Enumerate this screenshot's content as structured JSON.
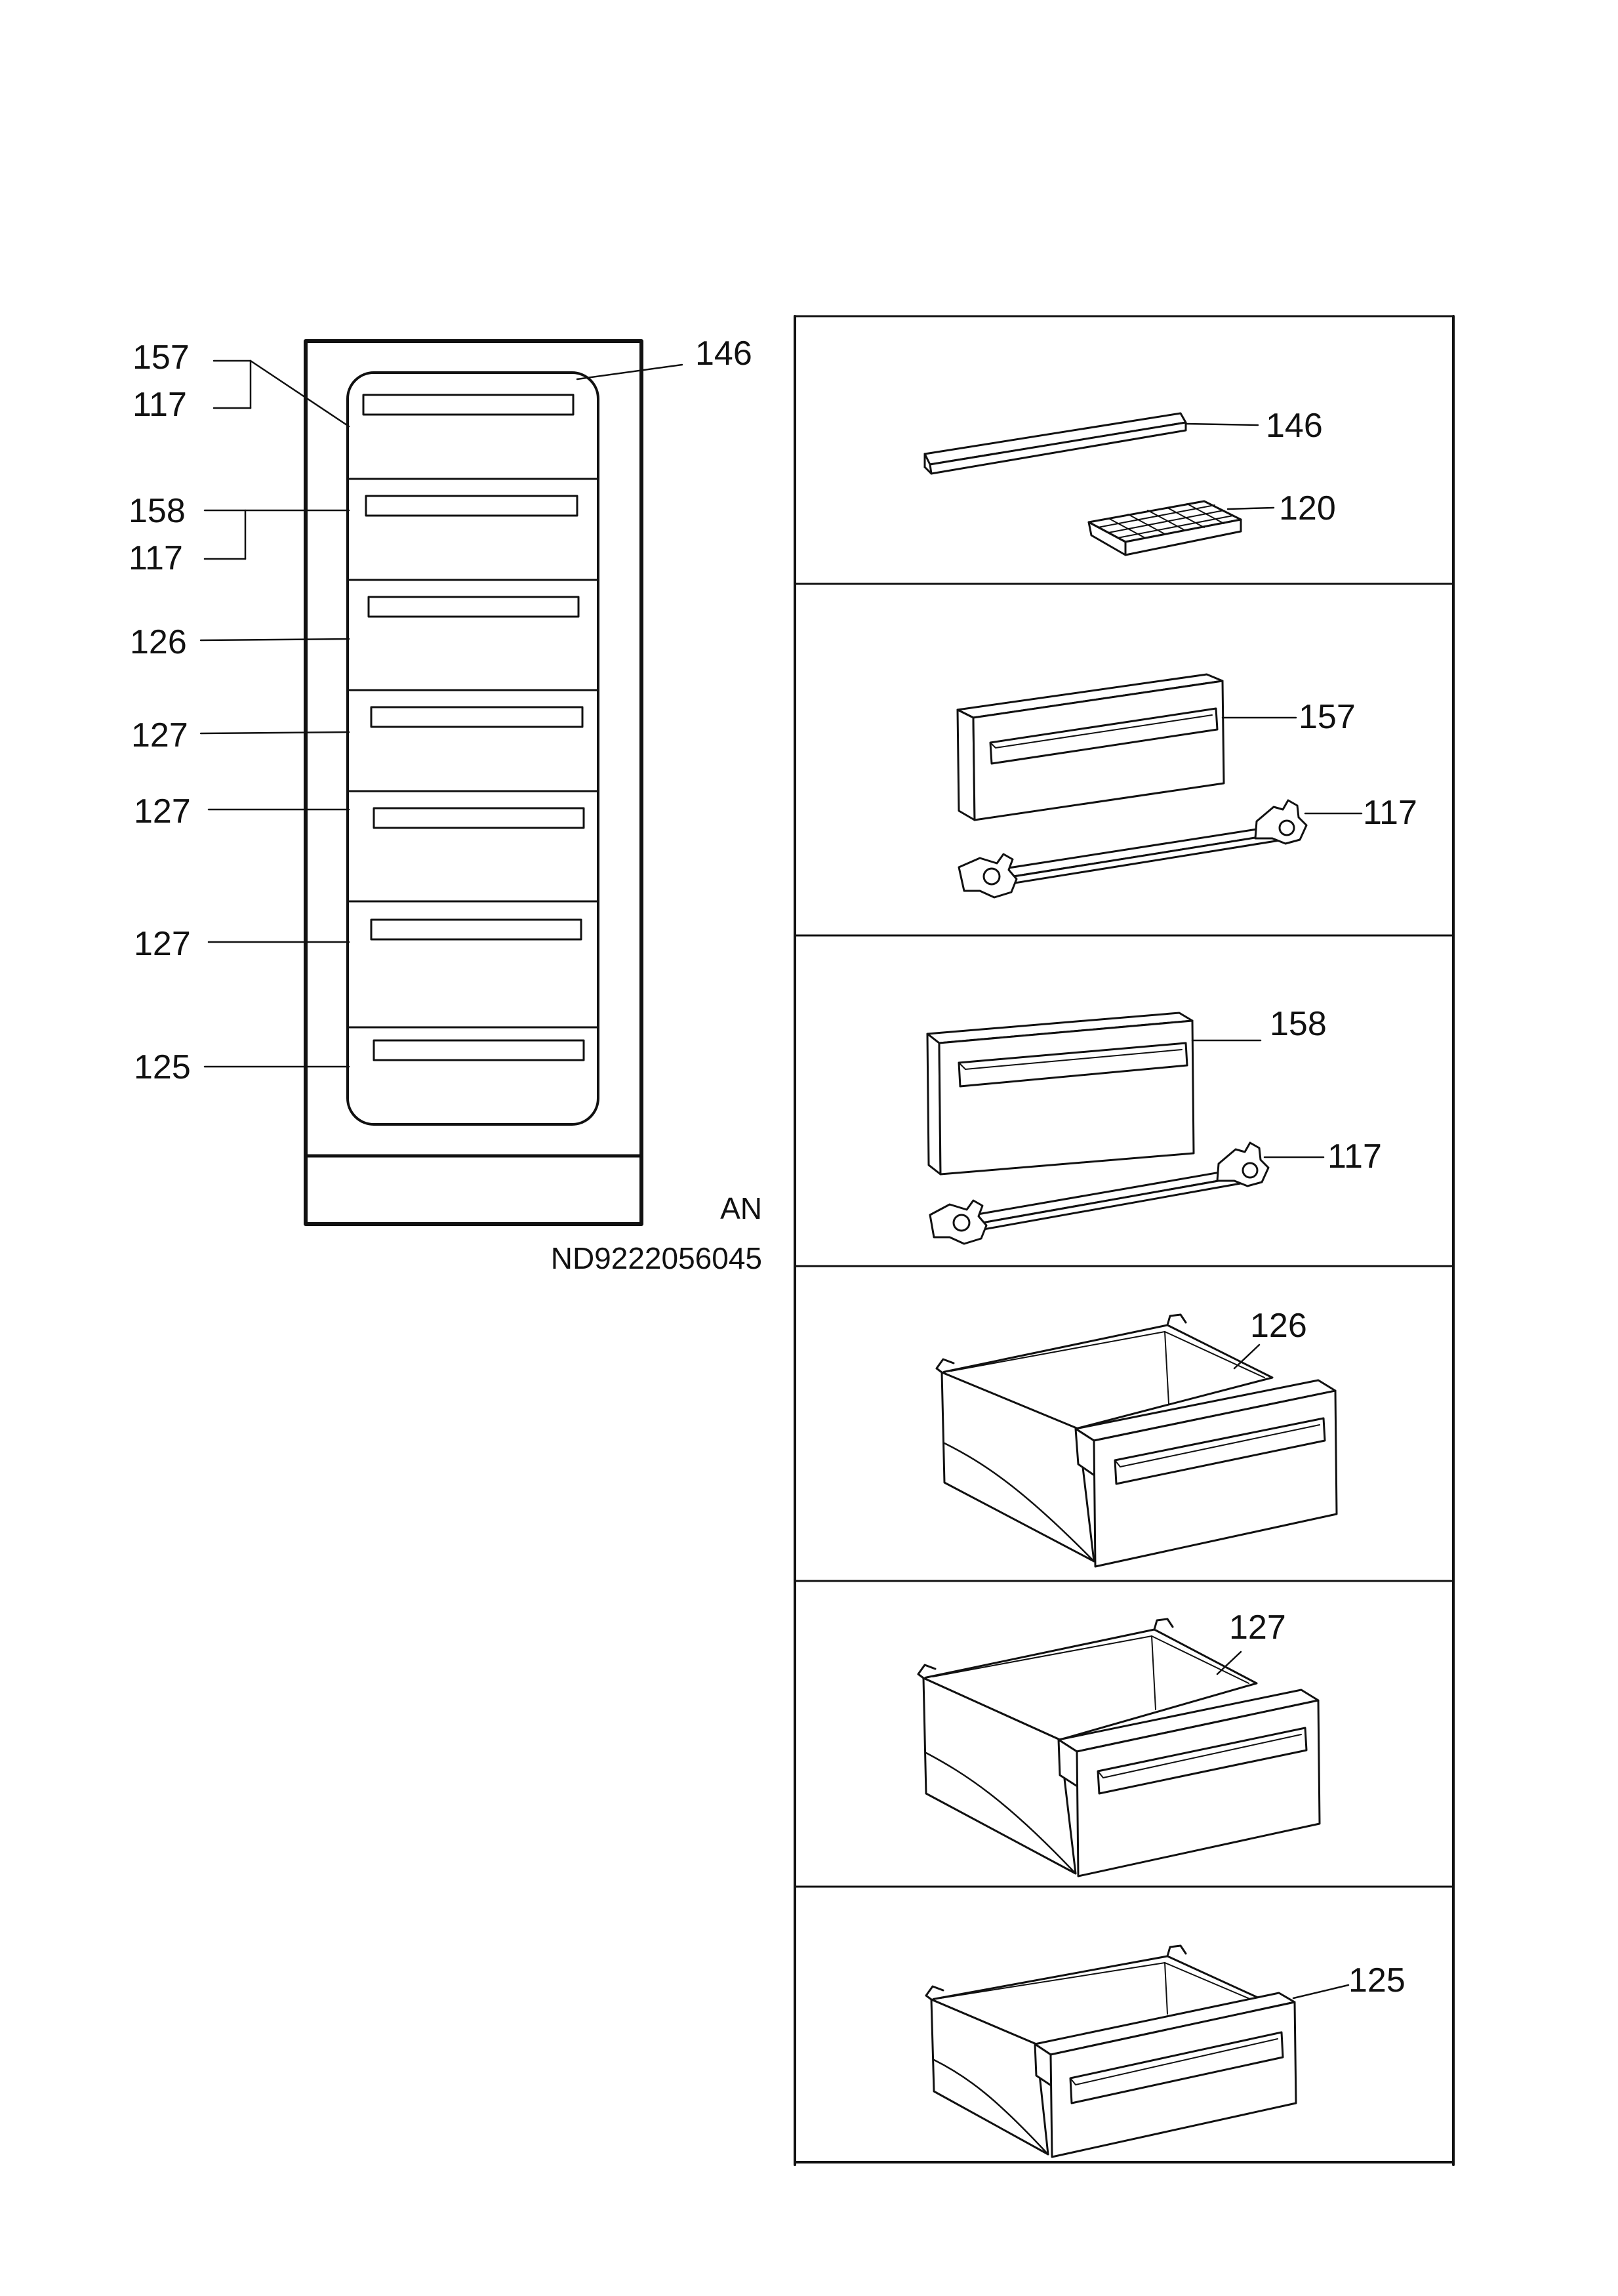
{
  "document": {
    "variant_code": "AN",
    "drawing_number": "ND9222056045"
  },
  "overview": {
    "callouts": [
      "157",
      "117",
      "158",
      "117",
      "126",
      "127",
      "127",
      "127",
      "125",
      "146"
    ]
  },
  "panels": [
    {
      "id": "strip-and-tray",
      "labels": [
        "146",
        "120"
      ]
    },
    {
      "id": "top-flap",
      "labels": [
        "157",
        "117"
      ]
    },
    {
      "id": "second-flap",
      "labels": [
        "158",
        "117"
      ]
    },
    {
      "id": "drawer-126",
      "labels": [
        "126"
      ]
    },
    {
      "id": "drawer-127",
      "labels": [
        "127"
      ]
    },
    {
      "id": "drawer-125",
      "labels": [
        "125"
      ]
    }
  ],
  "colors": {
    "ink": "#111111",
    "paper": "#ffffff"
  }
}
